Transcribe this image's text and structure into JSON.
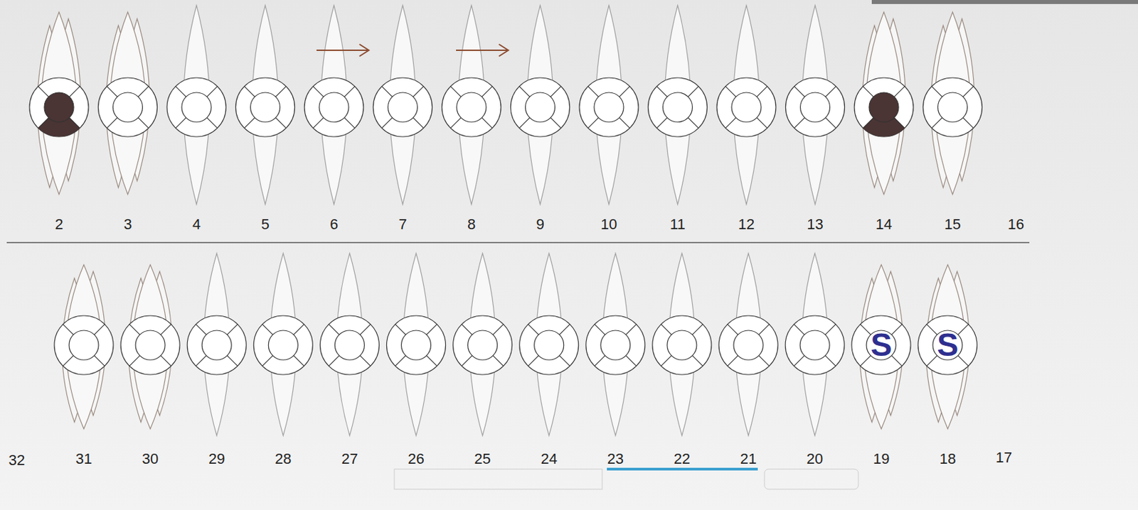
{
  "diagram": {
    "nodes": [
      {
        "text": [
          "S"
        ]
      },
      {
        "text": [
          "S"
        ]
      }
    ],
    "labels": [
      "2",
      "3",
      "4",
      "5",
      "6",
      "7",
      "8",
      "9",
      "10",
      "11",
      "12",
      "13",
      "14",
      "15",
      "16",
      "32",
      "31",
      "30",
      "29",
      "28",
      "27",
      "26",
      "25",
      "24",
      "23",
      "22",
      "21",
      "20",
      "19",
      "18",
      "17"
    ]
  }
}
